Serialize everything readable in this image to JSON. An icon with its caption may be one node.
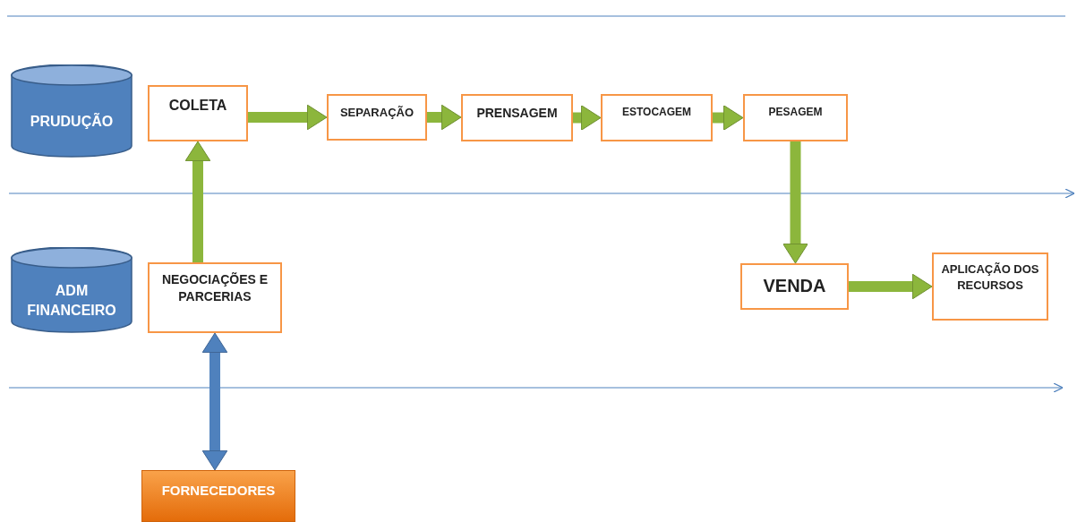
{
  "diagram": {
    "nodes": [
      {
        "text": [
          "PRUDUÇÃO"
        ]
      },
      {
        "text": [
          "COLETA"
        ]
      },
      {
        "text": [
          "SEPARAÇÃO"
        ]
      },
      {
        "text": [
          "PRENSAGEM"
        ]
      },
      {
        "text": [
          "ESTOCAGEM"
        ]
      },
      {
        "text": [
          "PESAGEM"
        ]
      },
      {
        "text": [
          "ADM FINANCEIRO"
        ]
      },
      {
        "text": [
          "NEGOCIAÇÕES E PARCERIAS"
        ]
      },
      {
        "text": [
          "VENDA"
        ]
      },
      {
        "text": [
          "APLICAÇÃO DOS RECURSOS"
        ]
      },
      {
        "text": [
          "FORNECEDORES"
        ]
      }
    ],
    "edges": [
      {
        "from": 1,
        "to": 2,
        "arrow": "to"
      },
      {
        "from": 2,
        "to": 3,
        "arrow": "to"
      },
      {
        "from": 3,
        "to": 4,
        "arrow": "to"
      },
      {
        "from": 4,
        "to": 5,
        "arrow": "to"
      },
      {
        "from": 5,
        "to": 8,
        "arrow": "to"
      },
      {
        "from": 8,
        "to": 9,
        "arrow": "to"
      },
      {
        "from": 7,
        "to": 1,
        "arrow": "to"
      },
      {
        "from": 7,
        "to": 10,
        "arrow": "both",
        "color": "#4f81bd"
      }
    ]
  }
}
